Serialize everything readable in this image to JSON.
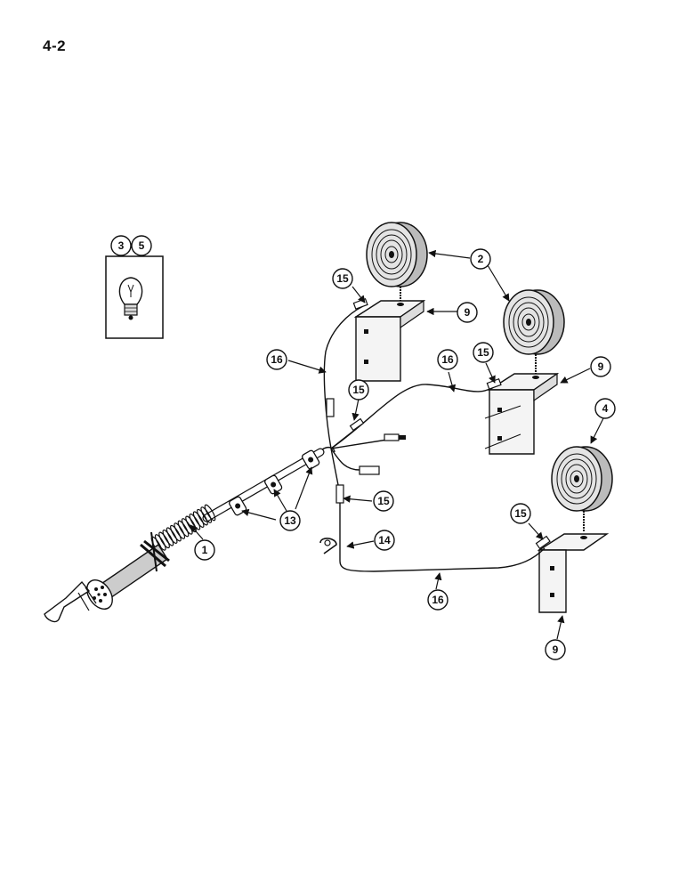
{
  "page": {
    "number": "4-2"
  },
  "callouts": {
    "c1": "1",
    "c2": "2",
    "c3": "3",
    "c4": "4",
    "c5": "5",
    "c9a": "9",
    "c9b": "9",
    "c9c": "9",
    "c13": "13",
    "c14": "14",
    "c15a": "15",
    "c15b": "15",
    "c15c": "15",
    "c15d": "15",
    "c15e": "15",
    "c16a": "16",
    "c16b": "16",
    "c16c": "16"
  },
  "colors": {
    "ink": "#111111",
    "lamp_fill": "#e4e4e4",
    "bracket_fill": "#f4f4f4"
  }
}
